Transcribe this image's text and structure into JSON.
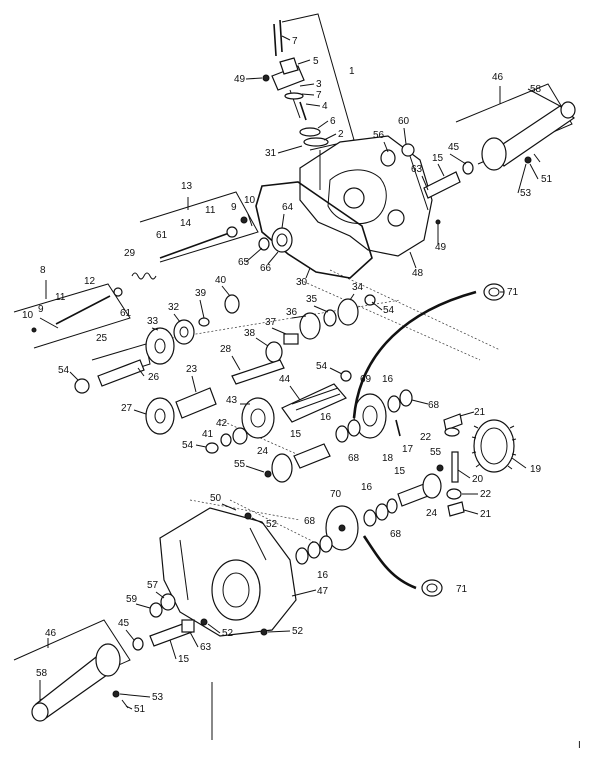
{
  "labels": [
    {
      "id": "p7a",
      "text": "7"
    },
    {
      "id": "p1",
      "text": "1"
    },
    {
      "id": "p5",
      "text": "5"
    },
    {
      "id": "p49a",
      "text": "49"
    },
    {
      "id": "p3",
      "text": "3"
    },
    {
      "id": "p7b",
      "text": "7"
    },
    {
      "id": "p4",
      "text": "4"
    },
    {
      "id": "p6",
      "text": "6"
    },
    {
      "id": "p2",
      "text": "2"
    },
    {
      "id": "p31",
      "text": "31"
    },
    {
      "id": "p46a",
      "text": "46"
    },
    {
      "id": "p58a",
      "text": "58"
    },
    {
      "id": "p60",
      "text": "60"
    },
    {
      "id": "p56a",
      "text": "56"
    },
    {
      "id": "p45a",
      "text": "45"
    },
    {
      "id": "p15a",
      "text": "15"
    },
    {
      "id": "p63a",
      "text": "63"
    },
    {
      "id": "p51a",
      "text": "51"
    },
    {
      "id": "p53a",
      "text": "53"
    },
    {
      "id": "p13",
      "text": "13"
    },
    {
      "id": "p11a",
      "text": "11"
    },
    {
      "id": "p9a",
      "text": "9"
    },
    {
      "id": "p10a",
      "text": "10"
    },
    {
      "id": "p14",
      "text": "14"
    },
    {
      "id": "p64",
      "text": "64"
    },
    {
      "id": "p61a",
      "text": "61"
    },
    {
      "id": "p29",
      "text": "29"
    },
    {
      "id": "p65",
      "text": "65"
    },
    {
      "id": "p66",
      "text": "66"
    },
    {
      "id": "p30",
      "text": "30"
    },
    {
      "id": "p49b",
      "text": "49"
    },
    {
      "id": "p48",
      "text": "48"
    },
    {
      "id": "p8",
      "text": "8"
    },
    {
      "id": "p12",
      "text": "12"
    },
    {
      "id": "p9b",
      "text": "9"
    },
    {
      "id": "p11b",
      "text": "11"
    },
    {
      "id": "p10b",
      "text": "10"
    },
    {
      "id": "p61b",
      "text": "61"
    },
    {
      "id": "p40",
      "text": "40"
    },
    {
      "id": "p39",
      "text": "39"
    },
    {
      "id": "p32",
      "text": "32"
    },
    {
      "id": "p33",
      "text": "33"
    },
    {
      "id": "p34",
      "text": "34"
    },
    {
      "id": "p35",
      "text": "35"
    },
    {
      "id": "p36",
      "text": "36"
    },
    {
      "id": "p37",
      "text": "37"
    },
    {
      "id": "p54a",
      "text": "54"
    },
    {
      "id": "p71a",
      "text": "71"
    },
    {
      "id": "p25",
      "text": "25"
    },
    {
      "id": "p26",
      "text": "26"
    },
    {
      "id": "p54b",
      "text": "54"
    },
    {
      "id": "p38",
      "text": "38"
    },
    {
      "id": "p28",
      "text": "28"
    },
    {
      "id": "p23",
      "text": "23"
    },
    {
      "id": "p54c",
      "text": "54"
    },
    {
      "id": "p44",
      "text": "44"
    },
    {
      "id": "p69",
      "text": "69"
    },
    {
      "id": "p16a",
      "text": "16"
    },
    {
      "id": "p27",
      "text": "27"
    },
    {
      "id": "p43",
      "text": "43"
    },
    {
      "id": "p68a",
      "text": "68"
    },
    {
      "id": "p21a",
      "text": "21"
    },
    {
      "id": "p42",
      "text": "42"
    },
    {
      "id": "p16b",
      "text": "16"
    },
    {
      "id": "p41",
      "text": "41"
    },
    {
      "id": "p15b",
      "text": "15"
    },
    {
      "id": "p17",
      "text": "17"
    },
    {
      "id": "p22a",
      "text": "22"
    },
    {
      "id": "p54d",
      "text": "54"
    },
    {
      "id": "p68b",
      "text": "68"
    },
    {
      "id": "p18",
      "text": "18"
    },
    {
      "id": "p55a",
      "text": "55"
    },
    {
      "id": "p24a",
      "text": "24"
    },
    {
      "id": "p20",
      "text": "20"
    },
    {
      "id": "p19",
      "text": "19"
    },
    {
      "id": "p15c",
      "text": "15"
    },
    {
      "id": "p55b",
      "text": "55"
    },
    {
      "id": "p50",
      "text": "50"
    },
    {
      "id": "p70",
      "text": "70"
    },
    {
      "id": "p16c",
      "text": "16"
    },
    {
      "id": "p22b",
      "text": "22"
    },
    {
      "id": "p52a",
      "text": "52"
    },
    {
      "id": "p24b",
      "text": "24"
    },
    {
      "id": "p21b",
      "text": "21"
    },
    {
      "id": "p68c",
      "text": "68"
    },
    {
      "id": "p68d",
      "text": "68"
    },
    {
      "id": "p16d",
      "text": "16"
    },
    {
      "id": "p71b",
      "text": "71"
    },
    {
      "id": "p47",
      "text": "47"
    },
    {
      "id": "p57",
      "text": "57"
    },
    {
      "id": "p59",
      "text": "59"
    },
    {
      "id": "p45b",
      "text": "45"
    },
    {
      "id": "p52b",
      "text": "52"
    },
    {
      "id": "p52c",
      "text": "52"
    },
    {
      "id": "p46b",
      "text": "46"
    },
    {
      "id": "p63b",
      "text": "63"
    },
    {
      "id": "p15d",
      "text": "15"
    },
    {
      "id": "p58b",
      "text": "58"
    },
    {
      "id": "p53b",
      "text": "53"
    },
    {
      "id": "p51b",
      "text": "51"
    },
    {
      "id": "page-mark",
      "text": "I"
    }
  ]
}
